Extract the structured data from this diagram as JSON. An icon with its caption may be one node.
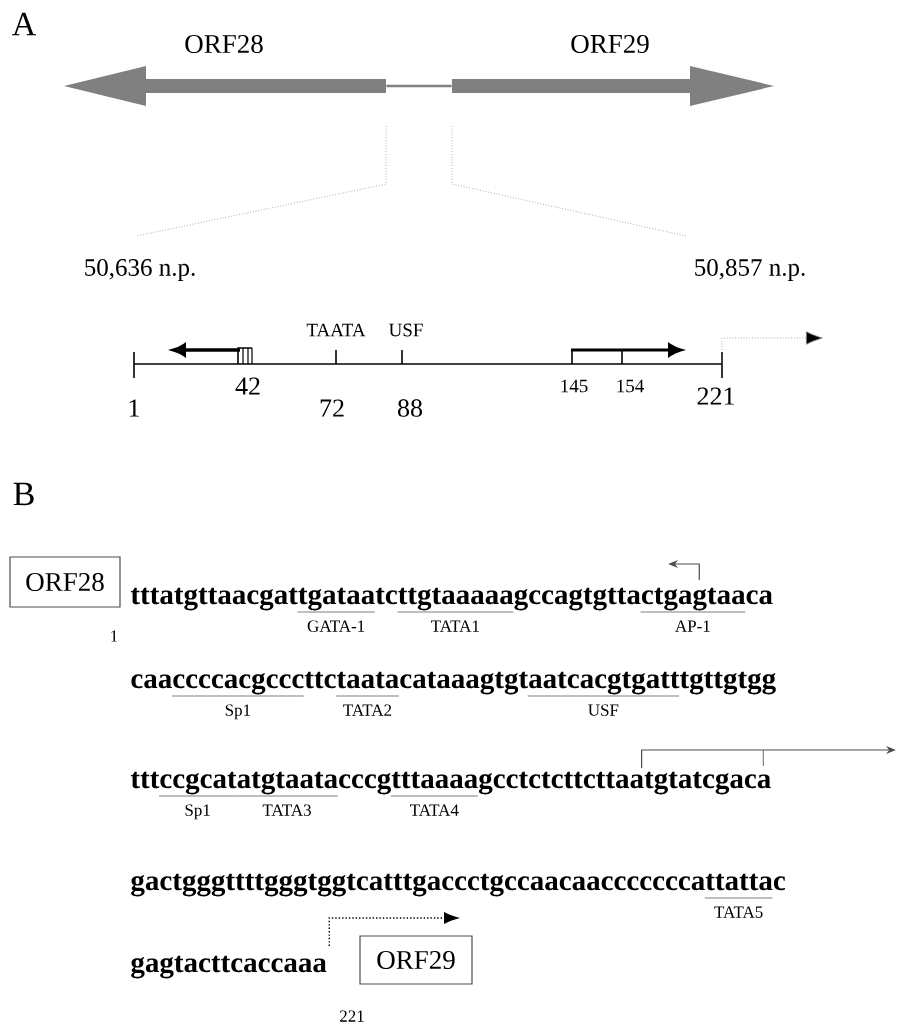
{
  "diagram": {
    "nodes": [
      {
        "text": [
          "ORF28"
        ]
      },
      {
        "text": [
          "ORF29"
        ]
      },
      {
        "text": [
          "ORF28"
        ]
      },
      {
        "text": [
          "ORF29"
        ]
      }
    ],
    "edges": [
      {
        "from": 0,
        "to": 1,
        "arrow": "none"
      }
    ],
    "labels": [
      "A",
      "50,636 n.p.",
      "50,857 n.p.",
      "TAATA",
      "USF",
      "42",
      "145",
      "154",
      "1",
      "72",
      "88",
      "221",
      "B",
      "tttatgttaacgattgataatcttgtaaaaagccagtgttactgagtaaca",
      "1",
      "GATA-1",
      "TATA1",
      "AP-1",
      "caaccccacgcccttctaatacataaagtgtaatcacgtgatttgttgtgg",
      "Sp1",
      "TATA2",
      "USF",
      "tttccgcatatgtaatacccgtttaaaagcctctcttcttaatgtatcgaca",
      "Sp1",
      "TATA3",
      "TATA4",
      "gactgggttttgggtggtcatttgaccctgccaacaacccccccattattac",
      "TATA5",
      "gagtacttcaccaaa",
      "221"
    ]
  }
}
